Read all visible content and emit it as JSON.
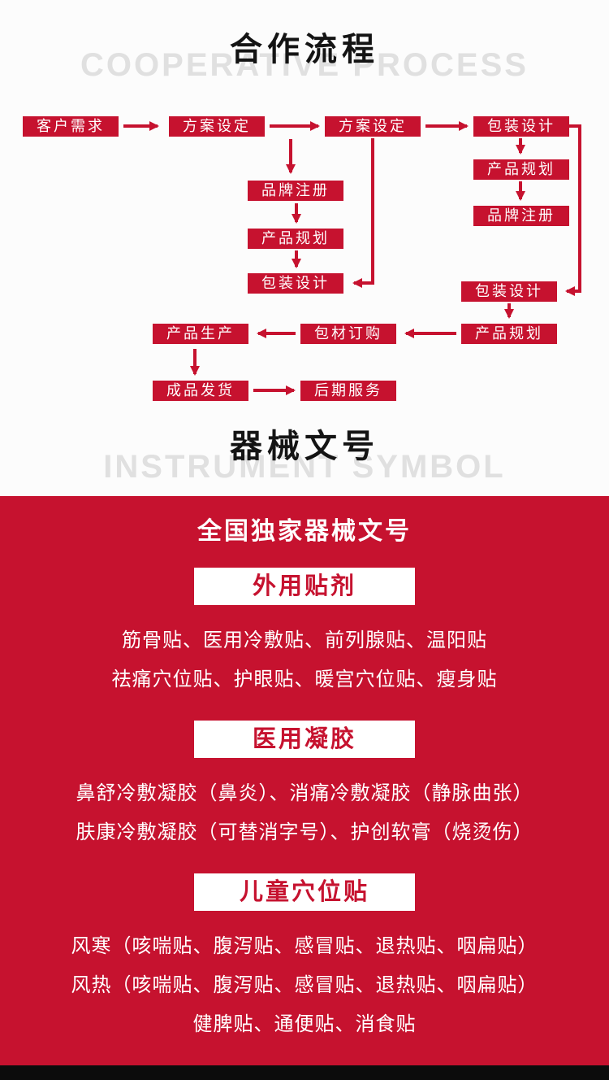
{
  "theme": {
    "accent": "#c6122f",
    "ink": "#141414",
    "wm": "#e0e0e0",
    "bg": "#fcfcfc",
    "bar": "#0c0c0c"
  },
  "section1": {
    "title": "合作流程",
    "watermark": "COOPERATIVE PROCESS"
  },
  "flowchart": {
    "boxes": {
      "customer_need": "客户需求",
      "plan_a": "方案设定",
      "plan_b": "方案设定",
      "package_design_top": "包装设计",
      "brand_register_mid": "品牌注册",
      "product_plan_mid": "产品规划",
      "package_design_mid": "包装设计",
      "product_plan_right": "产品规划",
      "brand_register_right": "品牌注册",
      "package_design_lower": "包装设计",
      "product_plan_lower": "产品规划",
      "material_order": "包材订购",
      "production": "产品生产",
      "delivery": "成品发货",
      "after_service": "后期服务"
    }
  },
  "section2": {
    "title": "器械文号",
    "watermark": "INSTRUMENT SYMBOL",
    "heading": "全国独家器械文号",
    "groups": [
      {
        "label": "外用贴剂",
        "lines": [
          "筋骨贴、医用冷敷贴、前列腺贴、温阳贴",
          "祛痛穴位贴、护眼贴、暖宫穴位贴、瘦身贴"
        ]
      },
      {
        "label": "医用凝胶",
        "lines": [
          "鼻舒冷敷凝胶（鼻炎）、消痛冷敷凝胶（静脉曲张）",
          "肤康冷敷凝胶（可替消字号）、护创软膏（烧烫伤）"
        ]
      },
      {
        "label": "儿童穴位贴",
        "lines": [
          "风寒（咳喘贴、腹泻贴、感冒贴、退热贴、咽扁贴）",
          "风热（咳喘贴、腹泻贴、感冒贴、退热贴、咽扁贴）",
          "健脾贴、通便贴、消食贴"
        ]
      }
    ]
  }
}
